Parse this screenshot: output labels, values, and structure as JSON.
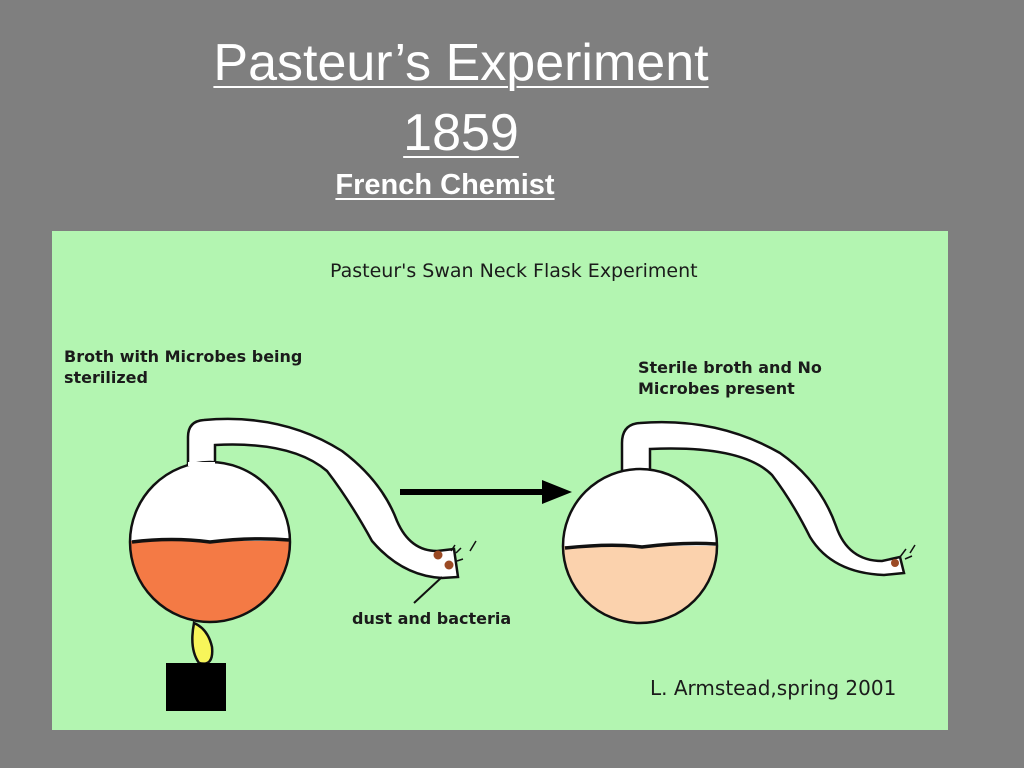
{
  "slide": {
    "title": "Pasteur’s Experiment",
    "year": "1859",
    "subtitle": "French Chemist"
  },
  "diagram": {
    "title": "Pasteur's Swan Neck Flask Experiment",
    "left_label": "Broth with Microbes being\nsterilized",
    "right_label": "Sterile broth  and No\nMicrobes present",
    "dust_label": "dust and bacteria",
    "credit": "L. Armstead,spring 2001",
    "colors": {
      "background": "#b3f5b1",
      "broth_hot": "#f47a45",
      "broth_sterile": "#fbd2ad",
      "flask": "#ffffff",
      "dust": "#9b4a24"
    }
  }
}
